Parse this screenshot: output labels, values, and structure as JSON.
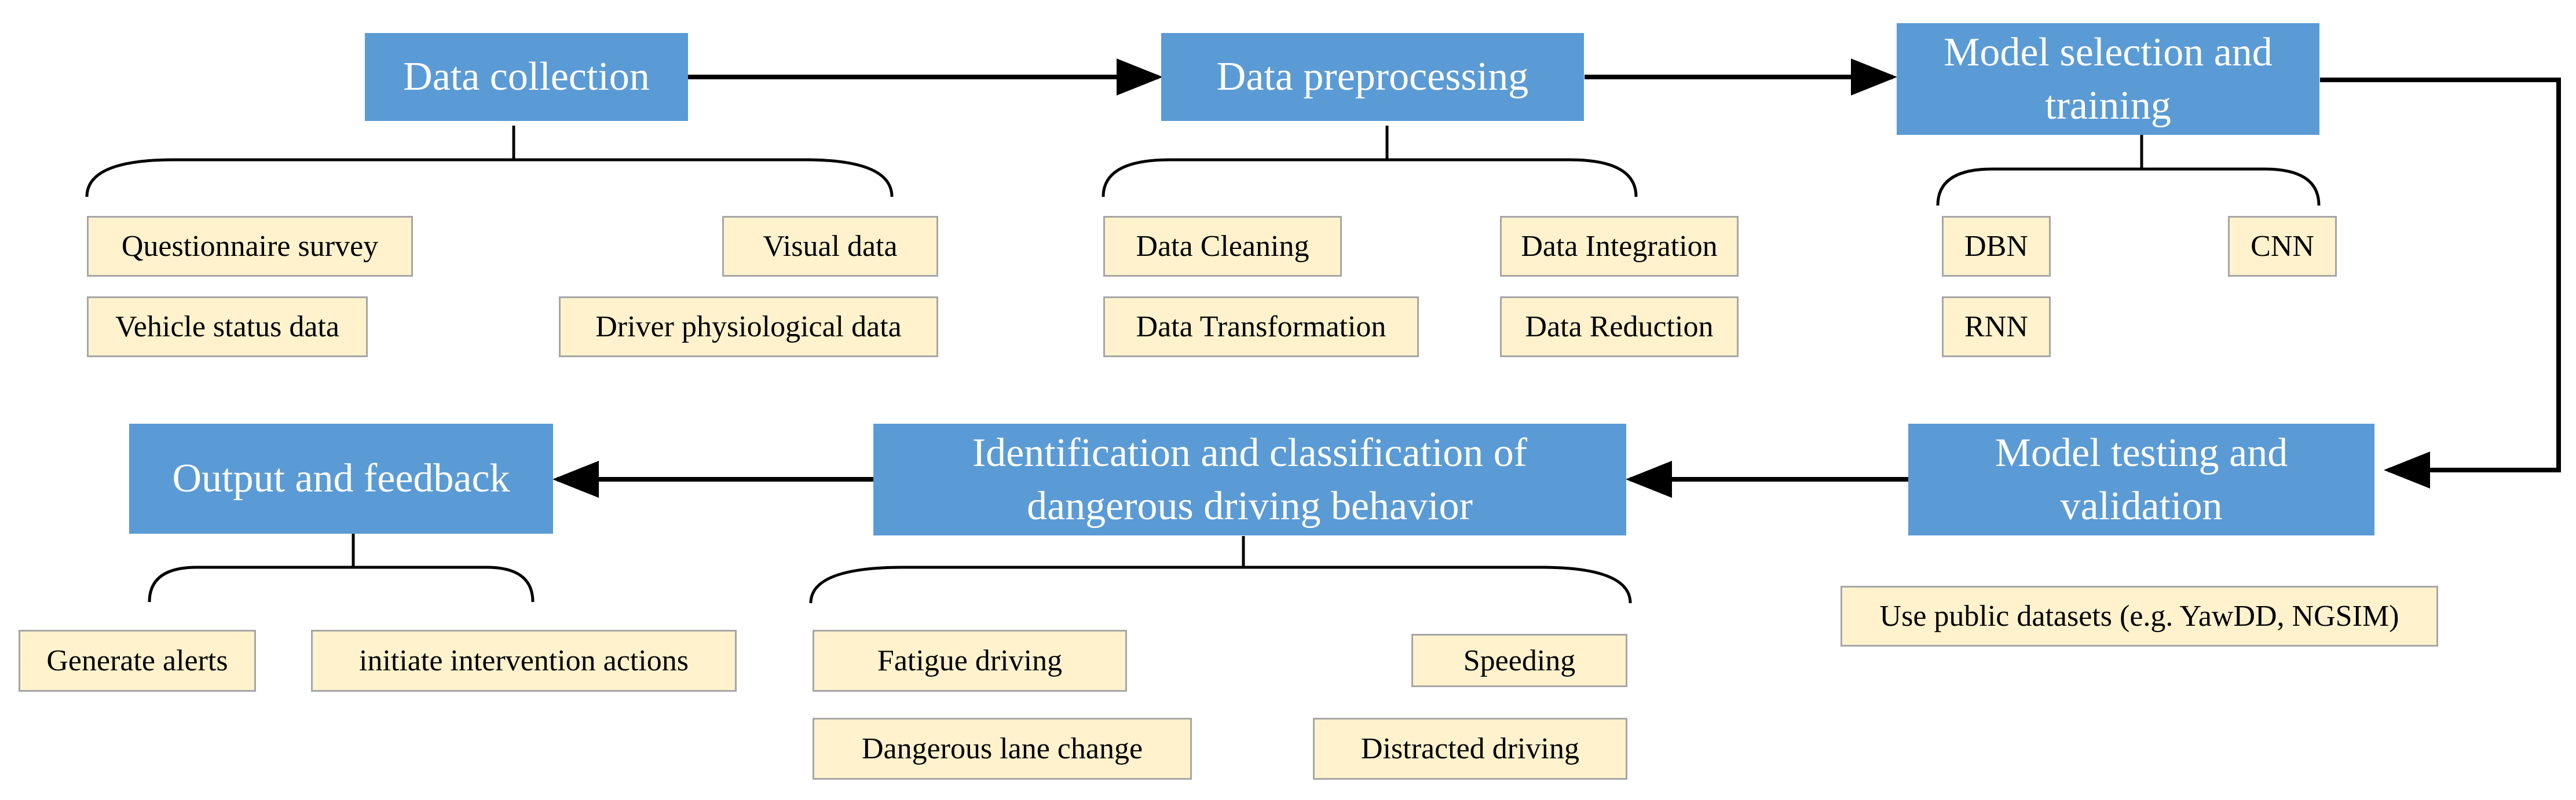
{
  "stages": {
    "data_collection": "Data collection",
    "data_preprocessing": "Data preprocessing",
    "model_selection": "Model selection and training",
    "model_testing": "Model testing and validation",
    "identification": "Identification and classification of dangerous driving behavior",
    "output": "Output and feedback"
  },
  "collection_items": {
    "questionnaire": "Questionnaire survey",
    "visual": "Visual data",
    "vehicle_status": "Vehicle status data",
    "physiological": "Driver physiological data"
  },
  "preprocessing_items": {
    "cleaning": "Data Cleaning",
    "integration": "Data Integration",
    "transformation": "Data Transformation",
    "reduction": "Data Reduction"
  },
  "model_items": {
    "dbn": "DBN",
    "cnn": "CNN",
    "rnn": "RNN"
  },
  "testing_items": {
    "public_datasets": "Use public datasets (e.g. YawDD, NGSIM)"
  },
  "behavior_items": {
    "fatigue": "Fatigue driving",
    "speeding": "Speeding",
    "lane_change": "Dangerous lane change",
    "distracted": "Distracted driving"
  },
  "output_items": {
    "alerts": "Generate alerts",
    "intervention": "initiate intervention actions"
  },
  "colors": {
    "stage_fill": "#5b9bd5",
    "item_fill": "#fff2cc",
    "item_border": "#a6a6a6",
    "line": "#000000"
  }
}
